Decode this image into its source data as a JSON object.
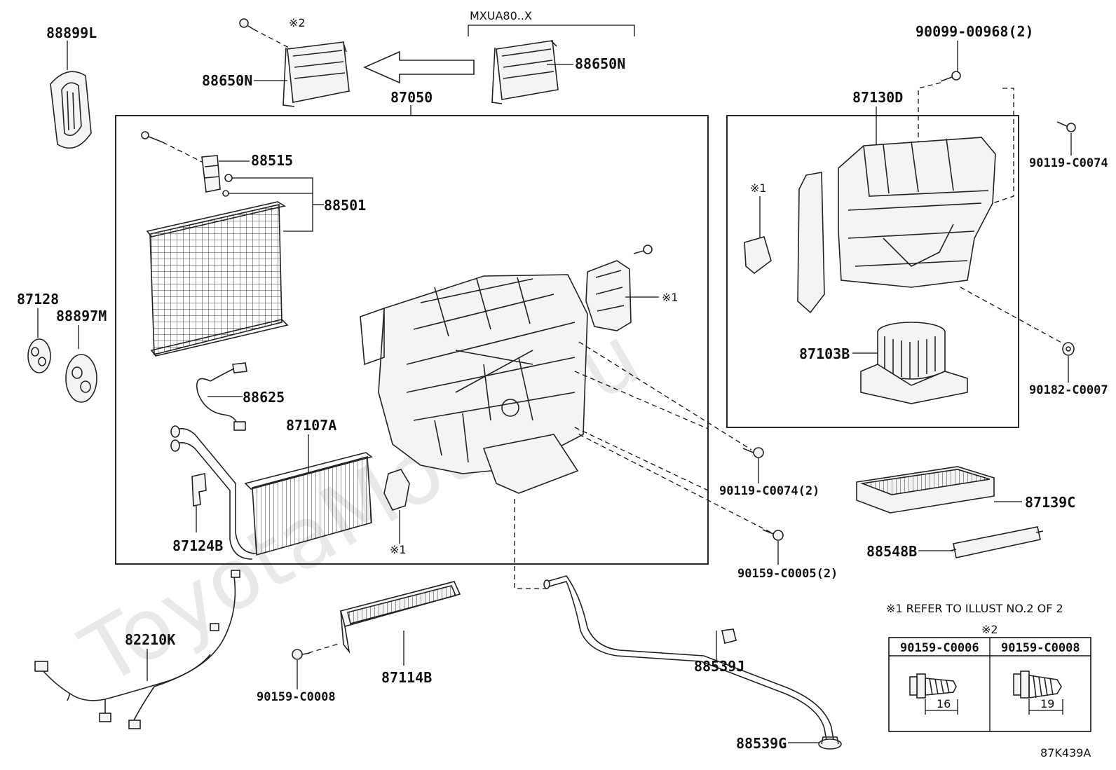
{
  "labels": {
    "p88899L": "88899L",
    "p88650N_a": "88650N",
    "p88650N_b": "88650N",
    "variant": "MXUA80..X",
    "note2_top": "※2",
    "p87050": "87050",
    "p88515": "88515",
    "p88501": "88501",
    "p88625": "88625",
    "p87107A": "87107A",
    "p87124B": "87124B",
    "note1_bottom": "※1",
    "note1_right": "※1",
    "p87128": "87128",
    "p88897M": "88897M",
    "p90099": "90099-00968(2)",
    "p87130D": "87130D",
    "note1_box": "※1",
    "p90119a": "90119-C0074",
    "p87103B": "87103B",
    "p90182": "90182-C0007",
    "p90119b": "90119-C0074(2)",
    "p87139C": "87139C",
    "p88548B": "88548B",
    "p90159a": "90159-C0005(2)",
    "p82210K": "82210K",
    "p87114B": "87114B",
    "p90159b": "90159-C0008",
    "p88539J": "88539J",
    "p88539G": "88539G",
    "refer": "※1 REFER TO ILLUST NO.2 OF 2",
    "table_note": "※2",
    "col1": "90159-C0006",
    "col2": "90159-C0008",
    "dim1": "16",
    "dim2": "19",
    "code": "87K439A",
    "watermark": "ToyotaMotor.ru"
  }
}
